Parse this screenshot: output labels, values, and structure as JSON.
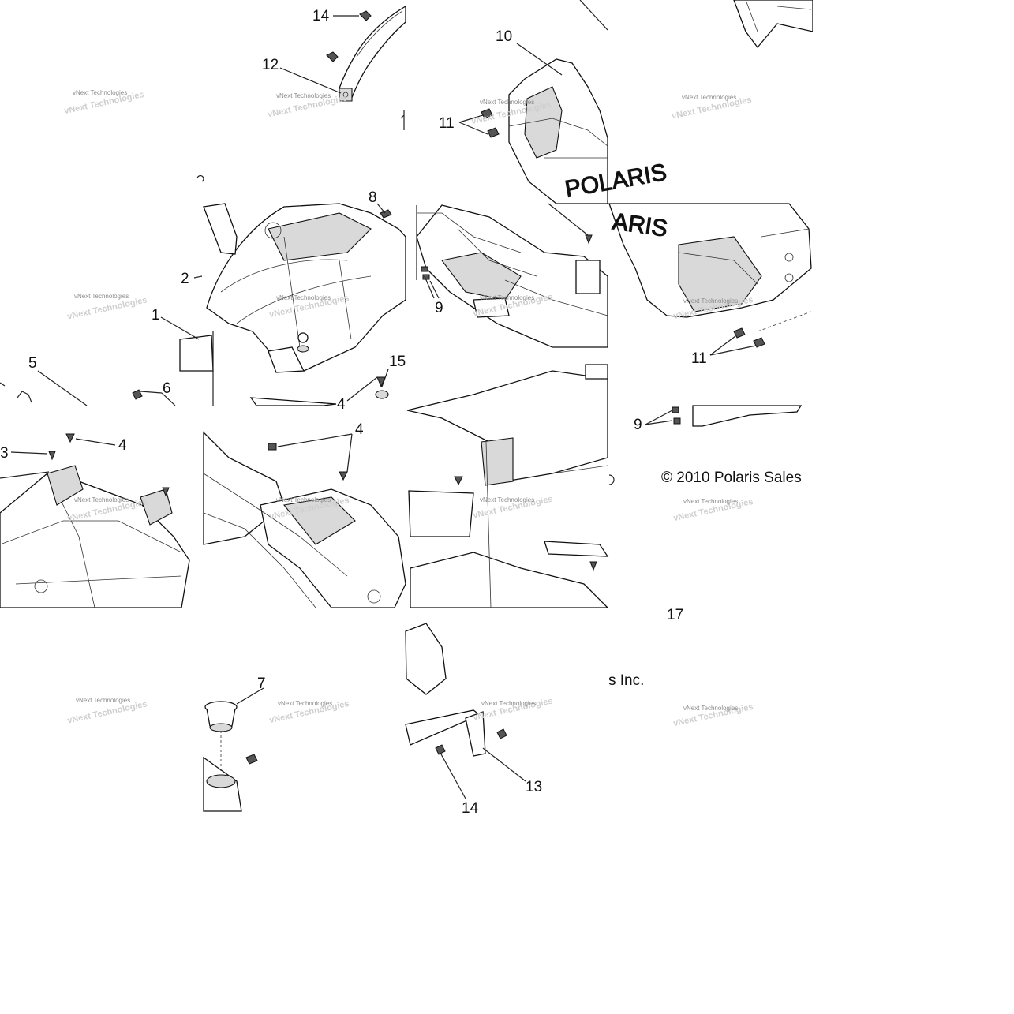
{
  "callouts": [
    {
      "id": "c14a",
      "text": "14"
    },
    {
      "id": "c12",
      "text": "12"
    },
    {
      "id": "c10",
      "text": "10"
    },
    {
      "id": "c11a",
      "text": "11"
    },
    {
      "id": "c8",
      "text": "8"
    },
    {
      "id": "c2",
      "text": "2"
    },
    {
      "id": "c1",
      "text": "1"
    },
    {
      "id": "c9a",
      "text": "9"
    },
    {
      "id": "c11b",
      "text": "11"
    },
    {
      "id": "c5",
      "text": "5"
    },
    {
      "id": "c6",
      "text": "6"
    },
    {
      "id": "c15",
      "text": "15"
    },
    {
      "id": "c4a",
      "text": "4"
    },
    {
      "id": "c3",
      "text": "3"
    },
    {
      "id": "c4b",
      "text": "4"
    },
    {
      "id": "c4c",
      "text": "4"
    },
    {
      "id": "c9b",
      "text": "9"
    },
    {
      "id": "c7",
      "text": "7"
    },
    {
      "id": "c13",
      "text": "13"
    },
    {
      "id": "c14b",
      "text": "14"
    },
    {
      "id": "c17",
      "text": "17"
    }
  ],
  "copyright_left": "© 2010 Polaris Sales",
  "copyright_right": "s Inc.",
  "watermark": "vNext Technologies",
  "brand_lettering": "POLARIS"
}
